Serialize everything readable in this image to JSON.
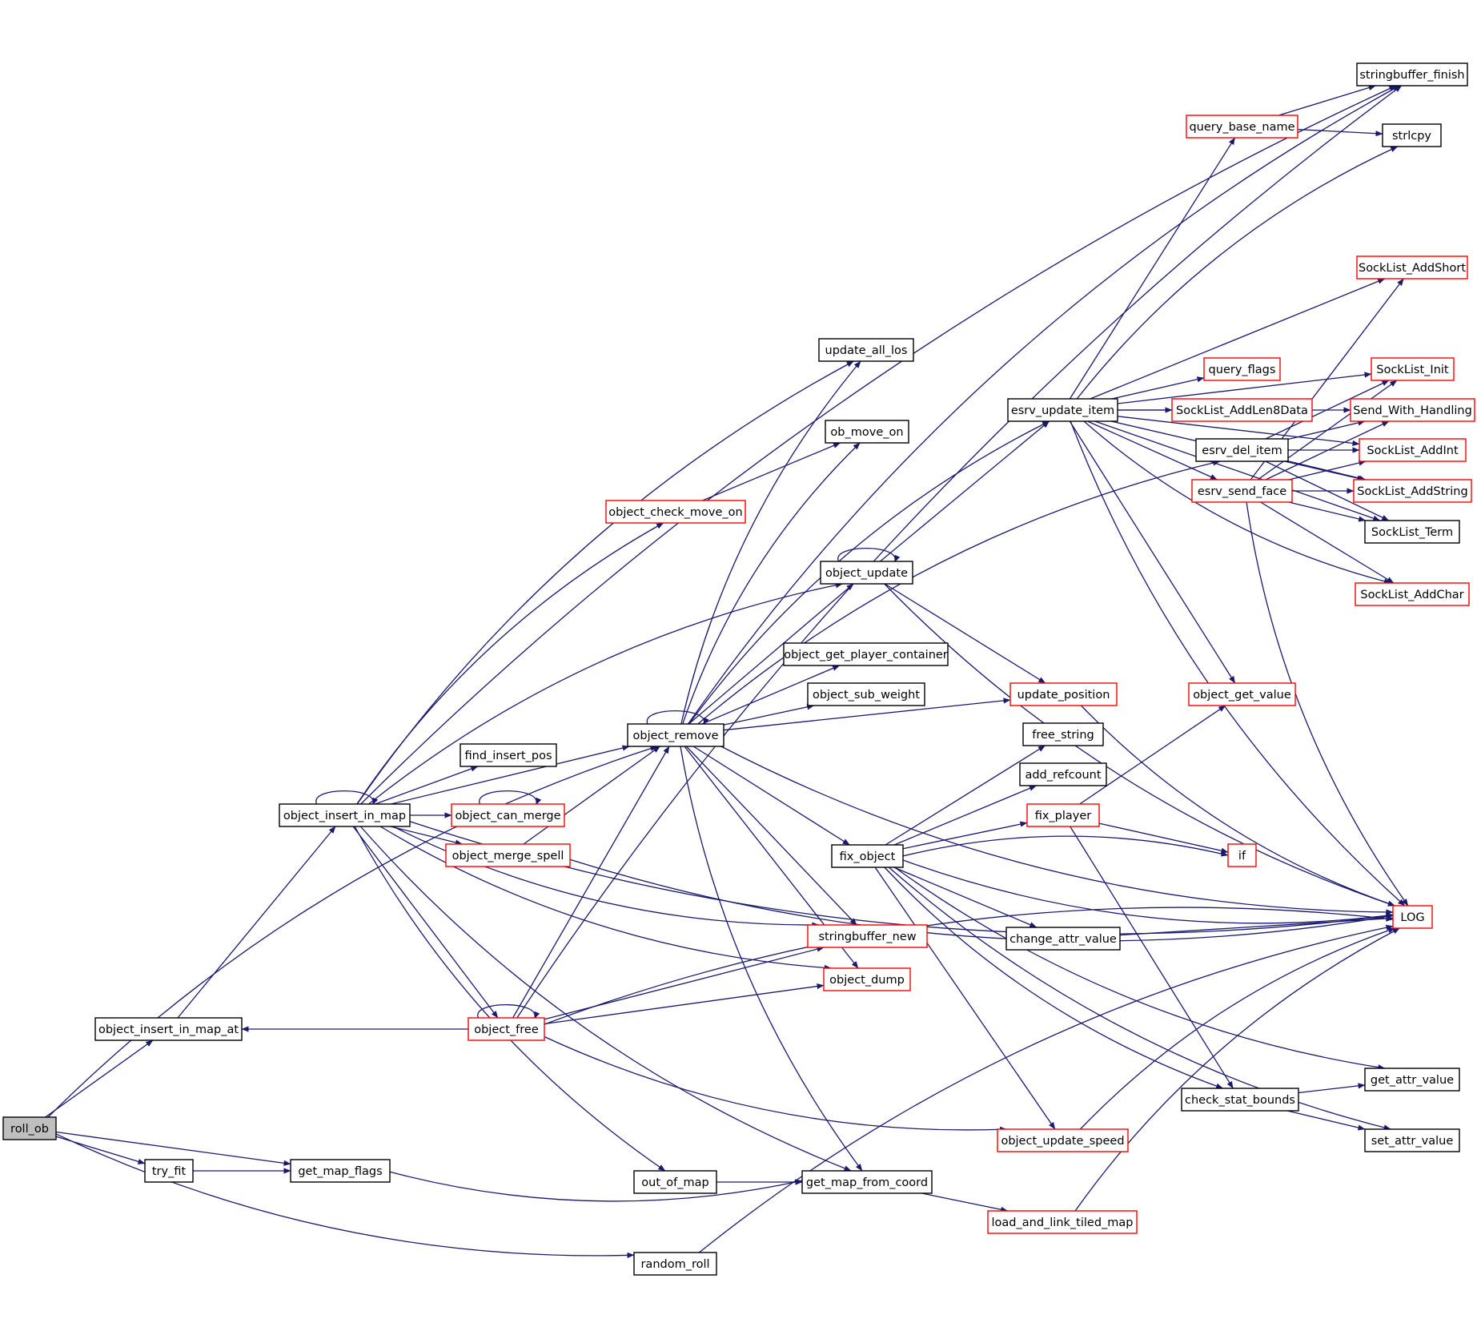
{
  "colors": {
    "edge": "#191970",
    "node_border_default": "#000000",
    "node_border_truncated": "#ff0000",
    "root_fill": "#bfbfbf"
  },
  "root": "roll_ob",
  "nodes": [
    {
      "id": "roll_ob",
      "label": "roll_ob",
      "style": "root"
    },
    {
      "id": "object_insert_in_map_at",
      "label": "object_insert_in_map_at",
      "style": "black"
    },
    {
      "id": "try_fit",
      "label": "try_fit",
      "style": "black"
    },
    {
      "id": "get_map_flags",
      "label": "get_map_flags",
      "style": "black"
    },
    {
      "id": "random_roll",
      "label": "random_roll",
      "style": "black"
    },
    {
      "id": "object_insert_in_map",
      "label": "object_insert_in_map",
      "style": "black"
    },
    {
      "id": "object_free",
      "label": "object_free",
      "style": "red"
    },
    {
      "id": "object_remove",
      "label": "object_remove",
      "style": "black"
    },
    {
      "id": "stringbuffer_finish",
      "label": "stringbuffer_finish",
      "style": "black"
    },
    {
      "id": "update_all_los",
      "label": "update_all_los",
      "style": "black"
    },
    {
      "id": "ob_move_on",
      "label": "ob_move_on",
      "style": "black"
    },
    {
      "id": "object_check_move_on",
      "label": "object_check_move_on",
      "style": "red"
    },
    {
      "id": "object_update",
      "label": "object_update",
      "style": "black"
    },
    {
      "id": "object_get_player_container",
      "label": "object_get_player_container",
      "style": "black"
    },
    {
      "id": "object_sub_weight",
      "label": "object_sub_weight",
      "style": "black"
    },
    {
      "id": "find_insert_pos",
      "label": "find_insert_pos",
      "style": "black"
    },
    {
      "id": "object_can_merge",
      "label": "object_can_merge",
      "style": "red"
    },
    {
      "id": "object_merge_spell",
      "label": "object_merge_spell",
      "style": "red"
    },
    {
      "id": "fix_object",
      "label": "fix_object",
      "style": "black"
    },
    {
      "id": "stringbuffer_new",
      "label": "stringbuffer_new",
      "style": "red"
    },
    {
      "id": "object_dump",
      "label": "object_dump",
      "style": "red"
    },
    {
      "id": "out_of_map",
      "label": "out_of_map",
      "style": "black"
    },
    {
      "id": "get_map_from_coord",
      "label": "get_map_from_coord",
      "style": "black"
    },
    {
      "id": "load_and_link_tiled_map",
      "label": "load_and_link_tiled_map",
      "style": "red"
    },
    {
      "id": "esrv_update_item",
      "label": "esrv_update_item",
      "style": "black"
    },
    {
      "id": "update_position",
      "label": "update_position",
      "style": "red"
    },
    {
      "id": "free_string",
      "label": "free_string",
      "style": "black"
    },
    {
      "id": "add_refcount",
      "label": "add_refcount",
      "style": "black"
    },
    {
      "id": "fix_player",
      "label": "fix_player",
      "style": "red"
    },
    {
      "id": "change_attr_value",
      "label": "change_attr_value",
      "style": "black"
    },
    {
      "id": "object_update_speed",
      "label": "object_update_speed",
      "style": "red"
    },
    {
      "id": "check_stat_bounds",
      "label": "check_stat_bounds",
      "style": "black"
    },
    {
      "id": "query_base_name",
      "label": "query_base_name",
      "style": "red"
    },
    {
      "id": "query_flags",
      "label": "query_flags",
      "style": "red"
    },
    {
      "id": "SockList_AddLen8Data",
      "label": "SockList_AddLen8Data",
      "style": "red"
    },
    {
      "id": "esrv_del_item",
      "label": "esrv_del_item",
      "style": "black"
    },
    {
      "id": "esrv_send_face",
      "label": "esrv_send_face",
      "style": "red"
    },
    {
      "id": "object_get_value",
      "label": "object_get_value",
      "style": "red"
    },
    {
      "id": "if",
      "label": "if",
      "style": "red"
    },
    {
      "id": "strlcpy",
      "label": "strlcpy",
      "style": "black"
    },
    {
      "id": "SockList_AddShort",
      "label": "SockList_AddShort",
      "style": "red"
    },
    {
      "id": "SockList_Init",
      "label": "SockList_Init",
      "style": "red"
    },
    {
      "id": "Send_With_Handling",
      "label": "Send_With_Handling",
      "style": "red"
    },
    {
      "id": "SockList_AddInt",
      "label": "SockList_AddInt",
      "style": "red"
    },
    {
      "id": "SockList_AddString",
      "label": "SockList_AddString",
      "style": "red"
    },
    {
      "id": "SockList_Term",
      "label": "SockList_Term",
      "style": "black"
    },
    {
      "id": "SockList_AddChar",
      "label": "SockList_AddChar",
      "style": "red"
    },
    {
      "id": "LOG",
      "label": "LOG",
      "style": "red"
    },
    {
      "id": "get_attr_value",
      "label": "get_attr_value",
      "style": "black"
    },
    {
      "id": "set_attr_value",
      "label": "set_attr_value",
      "style": "black"
    }
  ],
  "edges": [
    [
      "roll_ob",
      "object_insert_in_map_at"
    ],
    [
      "roll_ob",
      "try_fit"
    ],
    [
      "roll_ob",
      "get_map_flags"
    ],
    [
      "roll_ob",
      "random_roll"
    ],
    [
      "roll_ob",
      "object_remove"
    ],
    [
      "object_insert_in_map_at",
      "object_insert_in_map"
    ],
    [
      "try_fit",
      "get_map_flags"
    ],
    [
      "get_map_flags",
      "get_map_from_coord"
    ],
    [
      "random_roll",
      "LOG"
    ],
    [
      "object_insert_in_map",
      "object_insert_in_map"
    ],
    [
      "object_insert_in_map",
      "stringbuffer_finish"
    ],
    [
      "object_insert_in_map",
      "update_all_los"
    ],
    [
      "object_insert_in_map",
      "object_check_move_on"
    ],
    [
      "object_insert_in_map",
      "object_update"
    ],
    [
      "object_insert_in_map",
      "object_remove"
    ],
    [
      "object_insert_in_map",
      "find_insert_pos"
    ],
    [
      "object_insert_in_map",
      "object_can_merge"
    ],
    [
      "object_insert_in_map",
      "object_merge_spell"
    ],
    [
      "object_insert_in_map",
      "object_free"
    ],
    [
      "object_insert_in_map",
      "stringbuffer_new"
    ],
    [
      "object_insert_in_map",
      "object_dump"
    ],
    [
      "object_insert_in_map",
      "out_of_map"
    ],
    [
      "object_insert_in_map",
      "get_map_from_coord"
    ],
    [
      "object_insert_in_map",
      "LOG"
    ],
    [
      "object_free",
      "object_free"
    ],
    [
      "object_free",
      "object_insert_in_map_at"
    ],
    [
      "object_free",
      "object_remove"
    ],
    [
      "object_free",
      "stringbuffer_finish"
    ],
    [
      "object_free",
      "stringbuffer_new"
    ],
    [
      "object_free",
      "object_dump"
    ],
    [
      "object_free",
      "object_update_speed"
    ],
    [
      "object_free",
      "LOG"
    ],
    [
      "object_remove",
      "object_remove"
    ],
    [
      "object_remove",
      "update_all_los"
    ],
    [
      "object_remove",
      "ob_move_on"
    ],
    [
      "object_remove",
      "object_update"
    ],
    [
      "object_remove",
      "object_get_player_container"
    ],
    [
      "object_remove",
      "object_sub_weight"
    ],
    [
      "object_remove",
      "esrv_update_item"
    ],
    [
      "object_remove",
      "esrv_del_item"
    ],
    [
      "object_remove",
      "update_position"
    ],
    [
      "object_remove",
      "stringbuffer_finish"
    ],
    [
      "object_remove",
      "fix_object"
    ],
    [
      "object_remove",
      "stringbuffer_new"
    ],
    [
      "object_remove",
      "object_dump"
    ],
    [
      "object_remove",
      "get_map_from_coord"
    ],
    [
      "object_remove",
      "LOG"
    ],
    [
      "object_check_move_on",
      "ob_move_on"
    ],
    [
      "object_update",
      "object_update"
    ],
    [
      "object_update",
      "esrv_update_item"
    ],
    [
      "object_update",
      "update_position"
    ],
    [
      "object_update",
      "LOG"
    ],
    [
      "object_can_merge",
      "object_can_merge"
    ],
    [
      "object_merge_spell",
      "object_remove"
    ],
    [
      "object_merge_spell",
      "LOG"
    ],
    [
      "fix_object",
      "free_string"
    ],
    [
      "fix_object",
      "add_refcount"
    ],
    [
      "fix_object",
      "fix_player"
    ],
    [
      "fix_object",
      "if"
    ],
    [
      "fix_object",
      "LOG"
    ],
    [
      "fix_object",
      "change_attr_value"
    ],
    [
      "fix_object",
      "get_attr_value"
    ],
    [
      "fix_object",
      "check_stat_bounds"
    ],
    [
      "fix_object",
      "object_update_speed"
    ],
    [
      "fix_object",
      "set_attr_value"
    ],
    [
      "out_of_map",
      "get_map_from_coord"
    ],
    [
      "get_map_from_coord",
      "load_and_link_tiled_map"
    ],
    [
      "load_and_link_tiled_map",
      "LOG"
    ],
    [
      "esrv_update_item",
      "query_base_name"
    ],
    [
      "esrv_update_item",
      "strlcpy"
    ],
    [
      "esrv_update_item",
      "query_flags"
    ],
    [
      "esrv_update_item",
      "SockList_AddLen8Data"
    ],
    [
      "esrv_update_item",
      "esrv_send_face"
    ],
    [
      "esrv_update_item",
      "object_get_value"
    ],
    [
      "esrv_update_item",
      "SockList_AddShort"
    ],
    [
      "esrv_update_item",
      "SockList_Init"
    ],
    [
      "esrv_update_item",
      "Send_With_Handling"
    ],
    [
      "esrv_update_item",
      "SockList_AddInt"
    ],
    [
      "esrv_update_item",
      "SockList_AddString"
    ],
    [
      "esrv_update_item",
      "SockList_Term"
    ],
    [
      "esrv_update_item",
      "SockList_AddChar"
    ],
    [
      "esrv_update_item",
      "LOG"
    ],
    [
      "update_position",
      "LOG"
    ],
    [
      "fix_player",
      "if"
    ],
    [
      "fix_player",
      "object_get_value"
    ],
    [
      "fix_player",
      "check_stat_bounds"
    ],
    [
      "change_attr_value",
      "LOG"
    ],
    [
      "object_update_speed",
      "LOG"
    ],
    [
      "check_stat_bounds",
      "get_attr_value"
    ],
    [
      "check_stat_bounds",
      "set_attr_value"
    ],
    [
      "query_base_name",
      "stringbuffer_finish"
    ],
    [
      "query_base_name",
      "strlcpy"
    ],
    [
      "esrv_del_item",
      "SockList_Init"
    ],
    [
      "esrv_del_item",
      "Send_With_Handling"
    ],
    [
      "esrv_del_item",
      "SockList_AddInt"
    ],
    [
      "esrv_del_item",
      "SockList_AddString"
    ],
    [
      "esrv_del_item",
      "SockList_Term"
    ],
    [
      "esrv_send_face",
      "SockList_AddShort"
    ],
    [
      "esrv_send_face",
      "SockList_Init"
    ],
    [
      "esrv_send_face",
      "Send_With_Handling"
    ],
    [
      "esrv_send_face",
      "SockList_AddInt"
    ],
    [
      "esrv_send_face",
      "SockList_AddString"
    ],
    [
      "esrv_send_face",
      "SockList_Term"
    ],
    [
      "esrv_send_face",
      "SockList_AddChar"
    ],
    [
      "esrv_send_face",
      "LOG"
    ]
  ]
}
